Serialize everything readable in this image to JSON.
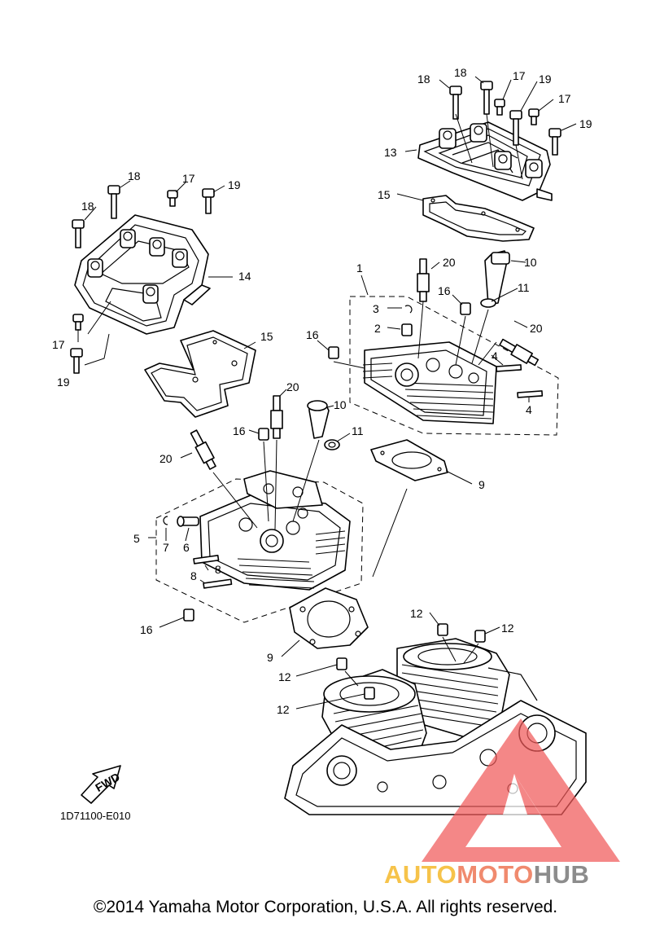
{
  "callouts": [
    "1",
    "2",
    "3",
    "4",
    "5",
    "6",
    "7",
    "8",
    "9",
    "10",
    "11",
    "12",
    "13",
    "14",
    "15",
    "16",
    "17",
    "18",
    "19",
    "20"
  ],
  "fwd_label": "FWD",
  "part_code": "1D71100-E010",
  "copyright": "©2014 Yamaha Motor Corporation, U.S.A. All rights reserved.",
  "watermark": {
    "part1": "AUTO",
    "part2": "MOTO",
    "part3": "HUB",
    "colors": {
      "auto": "#f6c34a",
      "moto": "#f08a6e",
      "hub": "#8c8c8c",
      "triangle": "#f15a5a"
    }
  }
}
